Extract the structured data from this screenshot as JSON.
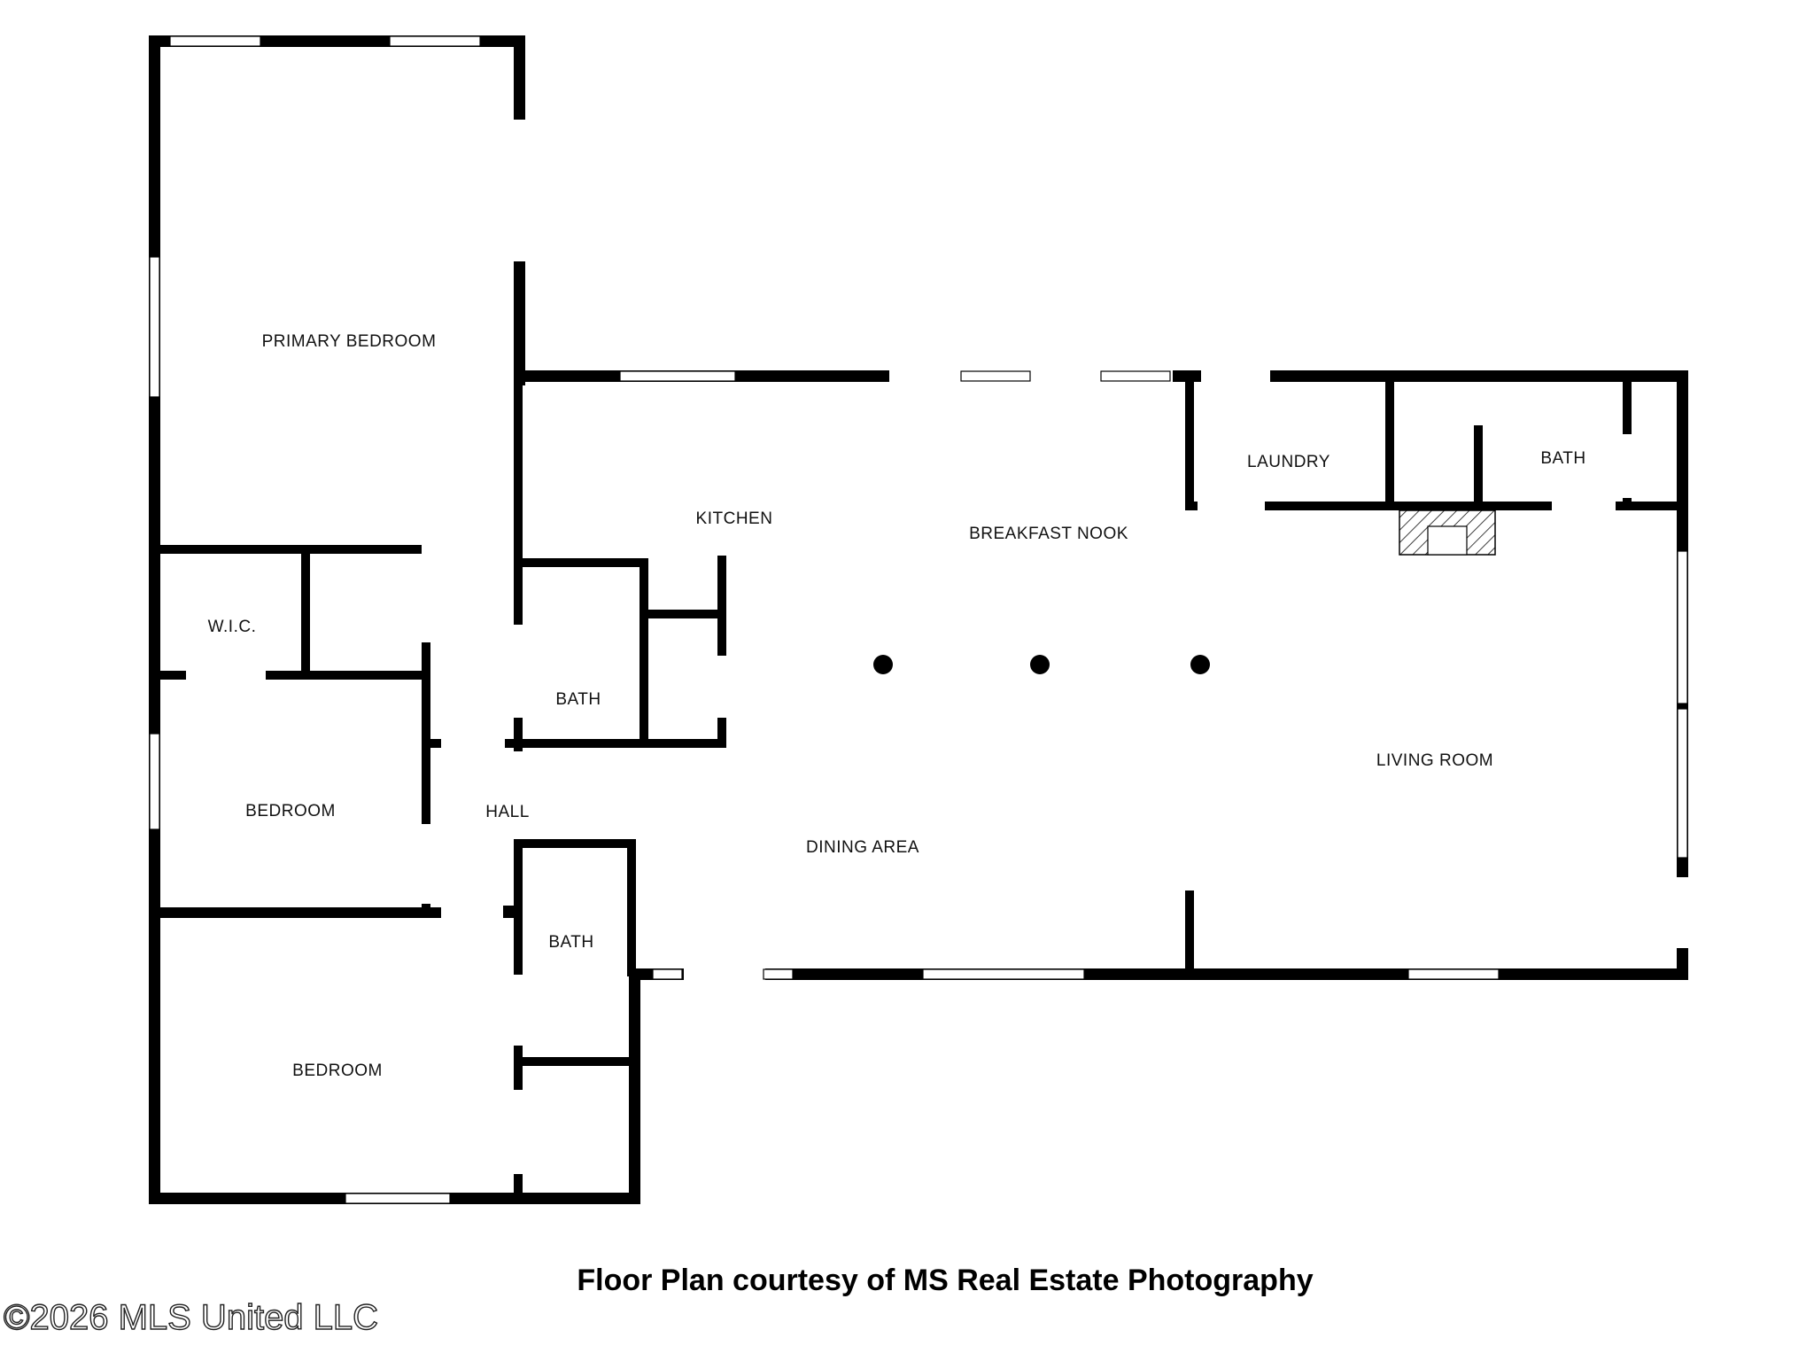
{
  "rooms": {
    "primary_bedroom": "PRIMARY BEDROOM",
    "wic": "W.I.C.",
    "bedroom_1": "BEDROOM",
    "hall": "HALL",
    "bedroom_2": "BEDROOM",
    "bath_hall": "BATH",
    "bath_lower": "BATH",
    "kitchen": "KITCHEN",
    "breakfast_nook": "BREAKFAST NOOK",
    "laundry": "LAUNDRY",
    "bath_right": "BATH",
    "dining_area": "DINING AREA",
    "living_room": "LIVING ROOM"
  },
  "caption": "Floor Plan courtesy of MS Real Estate Photography",
  "watermark": "©2026 MLS United LLC",
  "colors": {
    "wall": "#000000",
    "background": "#ffffff"
  }
}
